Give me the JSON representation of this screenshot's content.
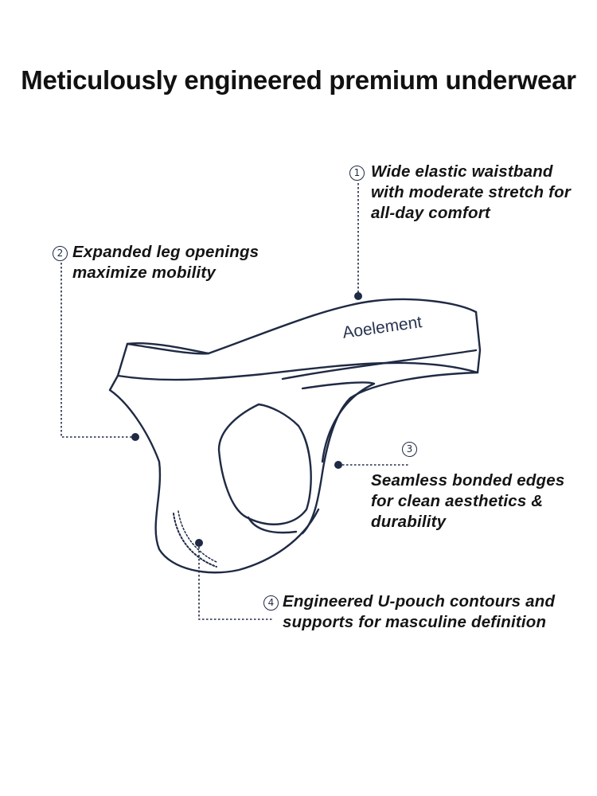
{
  "title": "Meticulously engineered premium underwear",
  "brand_text": "Aoelement",
  "accent_color": "#1f2a44",
  "callouts": [
    {
      "number": "1",
      "lines": [
        "Wide elastic waistband",
        "with moderate stretch for",
        "all-day comfort"
      ]
    },
    {
      "number": "2",
      "lines": [
        "Expanded leg openings",
        "maximize mobility"
      ]
    },
    {
      "number": "3",
      "lines": [
        "Seamless bonded edges",
        "for clean aesthetics &",
        "durability"
      ]
    },
    {
      "number": "4",
      "lines": [
        "Engineered U-pouch contours and",
        "supports for masculine definition"
      ]
    }
  ]
}
